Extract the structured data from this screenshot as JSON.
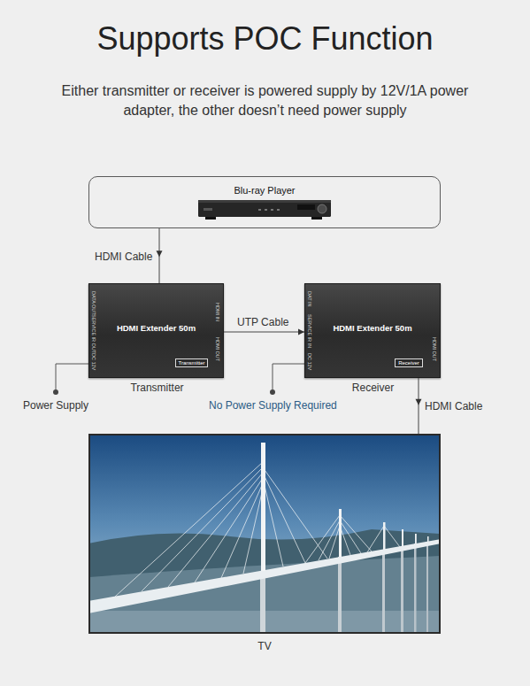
{
  "diagram": {
    "title": "Supports POC Function",
    "caption": "Either transmitter or receiver is powered supply by 12V/1A power adapter, the other doesn’t need power supply",
    "nodes": [
      {
        "text": [
          "Blu-ray Player"
        ]
      },
      {
        "text": [
          "HDMI Extender 50m",
          "Transmitter"
        ]
      },
      {
        "text": [
          "Transmitter"
        ],
        "in": 1
      },
      {
        "text": [
          "HDMI Extender 50m",
          "Receiver"
        ]
      },
      {
        "text": [
          "Receiver"
        ],
        "in": 3
      },
      {
        "text": [
          "TV"
        ]
      }
    ],
    "edges": [
      {
        "from": 0,
        "to": 1,
        "label": "HDMI Cable",
        "arrow": "to"
      },
      {
        "from": 1,
        "to": 3,
        "label": "UTP Cable",
        "arrow": "to"
      },
      {
        "from": 3,
        "to": 5,
        "label": "HDMI Cable",
        "arrow": "to"
      }
    ],
    "labels": [
      "DATA OUT",
      "SERVICE IR OUT",
      "DC 12V",
      "HDMI IN",
      "HDMI OUT",
      "DAT IN",
      "SERVICE IR IN",
      "DC 12V",
      "HDMI OUT",
      "Power Supply",
      "No Power Supply Required"
    ]
  }
}
